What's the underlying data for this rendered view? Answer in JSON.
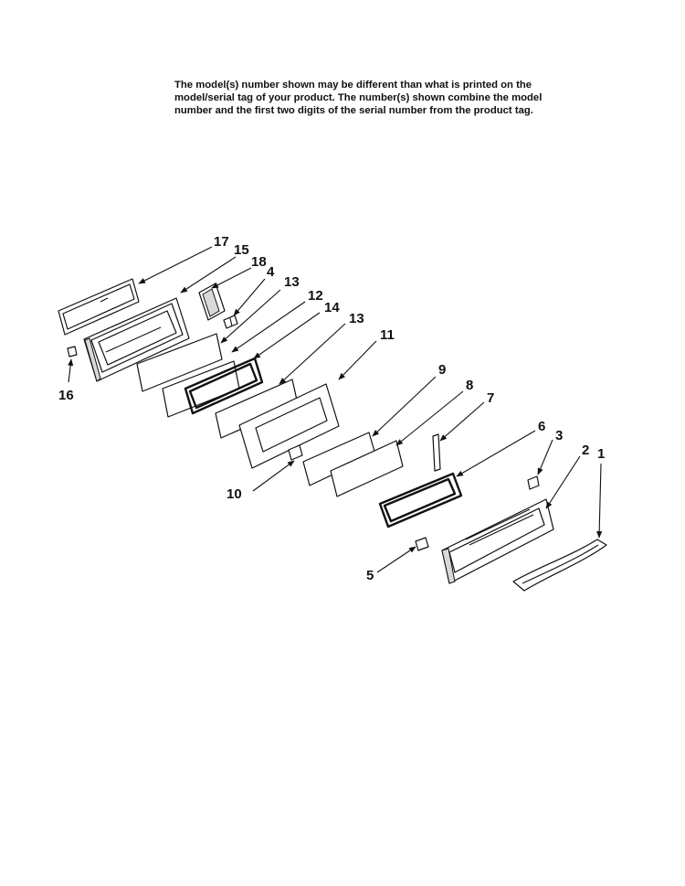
{
  "note_lines": [
    "The model(s) number shown may be different than what is printed on the",
    "model/serial tag of your product. The number(s) shown combine the model",
    "number and the first two digits of the serial number from the product tag."
  ],
  "callouts": [
    "17",
    "15",
    "18",
    "4",
    "13",
    "12",
    "14",
    "13",
    "11",
    "16",
    "9",
    "8",
    "7",
    "10",
    "6",
    "3",
    "2",
    "1",
    "5"
  ]
}
